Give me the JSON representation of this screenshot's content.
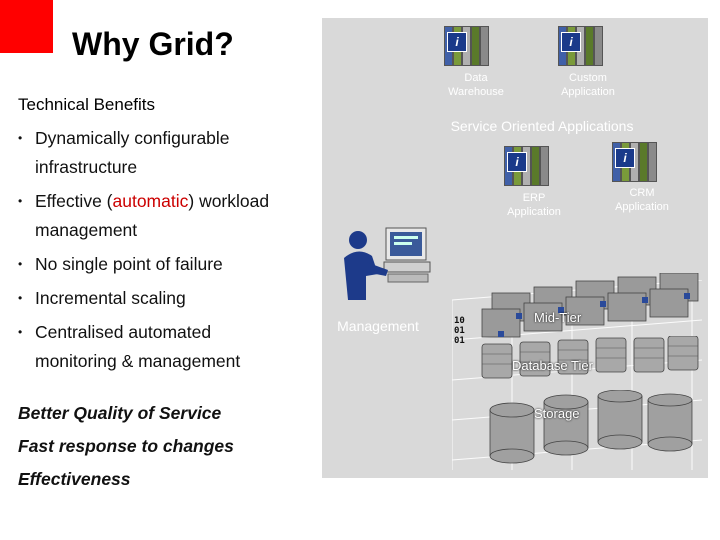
{
  "slide": {
    "title": "Why Grid?",
    "subtitle": "Technical Benefits",
    "bullets": [
      {
        "before": "Dynamically configurable",
        "line2": "infrastructure",
        "highlight": "",
        "after": ""
      },
      {
        "before": "Effective (",
        "highlight": "automatic",
        "after": ") workload",
        "line2": "management"
      },
      {
        "before": "No single point of failure",
        "highlight": "",
        "after": "",
        "line2": ""
      },
      {
        "before": "Incremental scaling",
        "highlight": "",
        "after": "",
        "line2": ""
      },
      {
        "before": "Centralised automated",
        "highlight": "",
        "after": "",
        "line2": "monitoring & management"
      }
    ],
    "bullet_symbol": "•",
    "outcomes": [
      "Better Quality of Service",
      "Fast response to changes",
      "Effectiveness"
    ],
    "accent_color": "#ff0000",
    "highlight_color": "#cc0000"
  },
  "diagram": {
    "apps_top": [
      {
        "label_l1": "Data",
        "label_l2": "Warehouse"
      },
      {
        "label_l1": "Custom",
        "label_l2": "Application"
      }
    ],
    "soa_label": "Service Oriented Applications",
    "apps_mid": [
      {
        "label_l1": "ERP",
        "label_l2": "Application"
      },
      {
        "label_l1": "CRM",
        "label_l2": "Application"
      }
    ],
    "icon_glyph": "i",
    "management_label": "Management",
    "tiers": {
      "mid": "Mid-Tier",
      "database": "Database Tier",
      "storage": "Storage"
    },
    "binary_text": [
      "10",
      "01",
      "01"
    ],
    "background_color": "#d9d9d9"
  }
}
